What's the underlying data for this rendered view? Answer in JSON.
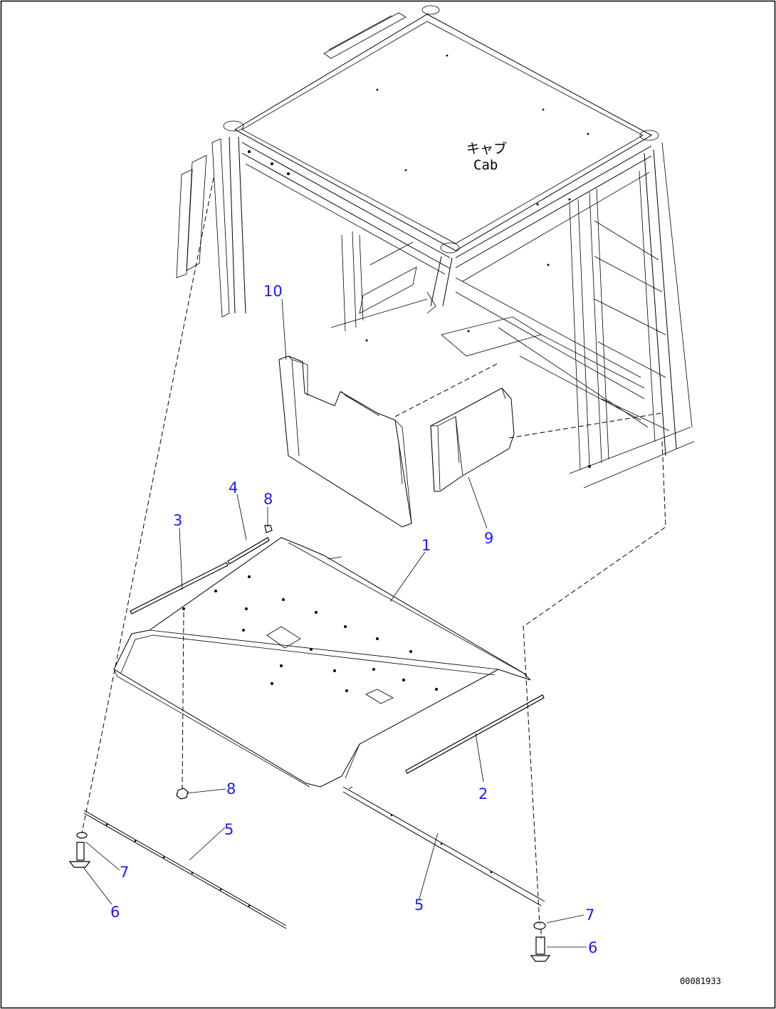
{
  "drawing": {
    "cab_label_jp": "キャブ",
    "cab_label_en": "Cab",
    "drawing_code": "00081933",
    "callouts": {
      "c1": "1",
      "c2": "2",
      "c3": "3",
      "c4": "4",
      "c5a": "5",
      "c5b": "5",
      "c6a": "6",
      "c6b": "6",
      "c7a": "7",
      "c7b": "7",
      "c8a": "8",
      "c8b": "8",
      "c9": "9",
      "c10": "10"
    },
    "colors": {
      "callout": "#1a1aff",
      "line": "#000000",
      "background": "#ffffff"
    }
  }
}
